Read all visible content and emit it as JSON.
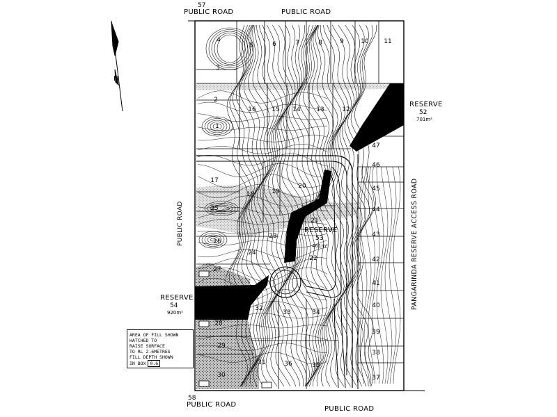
{
  "roads": {
    "top_left": "PUBLIC ROAD",
    "top_left_num": "57",
    "top": "PUBLIC ROAD",
    "left": "PUBLIC ROAD",
    "bottom_left": "PUBLIC ROAD",
    "bottom_left_num": "58",
    "bottom": "PUBLIC ROAD",
    "right": "PANGARINDA   RESERVE ACCESS ROAD"
  },
  "reserves": {
    "r52": {
      "title": "RESERVE",
      "num": "52",
      "area": "701m²"
    },
    "r53": {
      "title": "RESERVE",
      "num": "53",
      "area": "461m²"
    },
    "r54": {
      "title": "RESERVE",
      "num": "54",
      "area": "920m²"
    }
  },
  "legend": {
    "lines": [
      "AREA OF FILL SHOWN",
      "HATCHED TO",
      "RAISE SURFACE",
      "TO RL 2.6METRES",
      "FILL DEPTH SHOWN",
      "IN BOX"
    ],
    "box_value": "0.6"
  },
  "lots": [
    "1",
    "2",
    "3",
    "4",
    "5",
    "6",
    "7",
    "8",
    "9",
    "10",
    "11",
    "12",
    "13",
    "14",
    "15",
    "16",
    "17",
    "18",
    "19",
    "20",
    "21",
    "22",
    "23",
    "24",
    "25",
    "26",
    "27",
    "28",
    "29",
    "30",
    "31",
    "32",
    "33",
    "34",
    "35",
    "36",
    "37",
    "38",
    "39",
    "40",
    "41",
    "42",
    "43",
    "44",
    "45",
    "46",
    "47"
  ],
  "colors": {
    "ink": "#000000",
    "paper": "#ffffff",
    "hatch": "#555555"
  }
}
